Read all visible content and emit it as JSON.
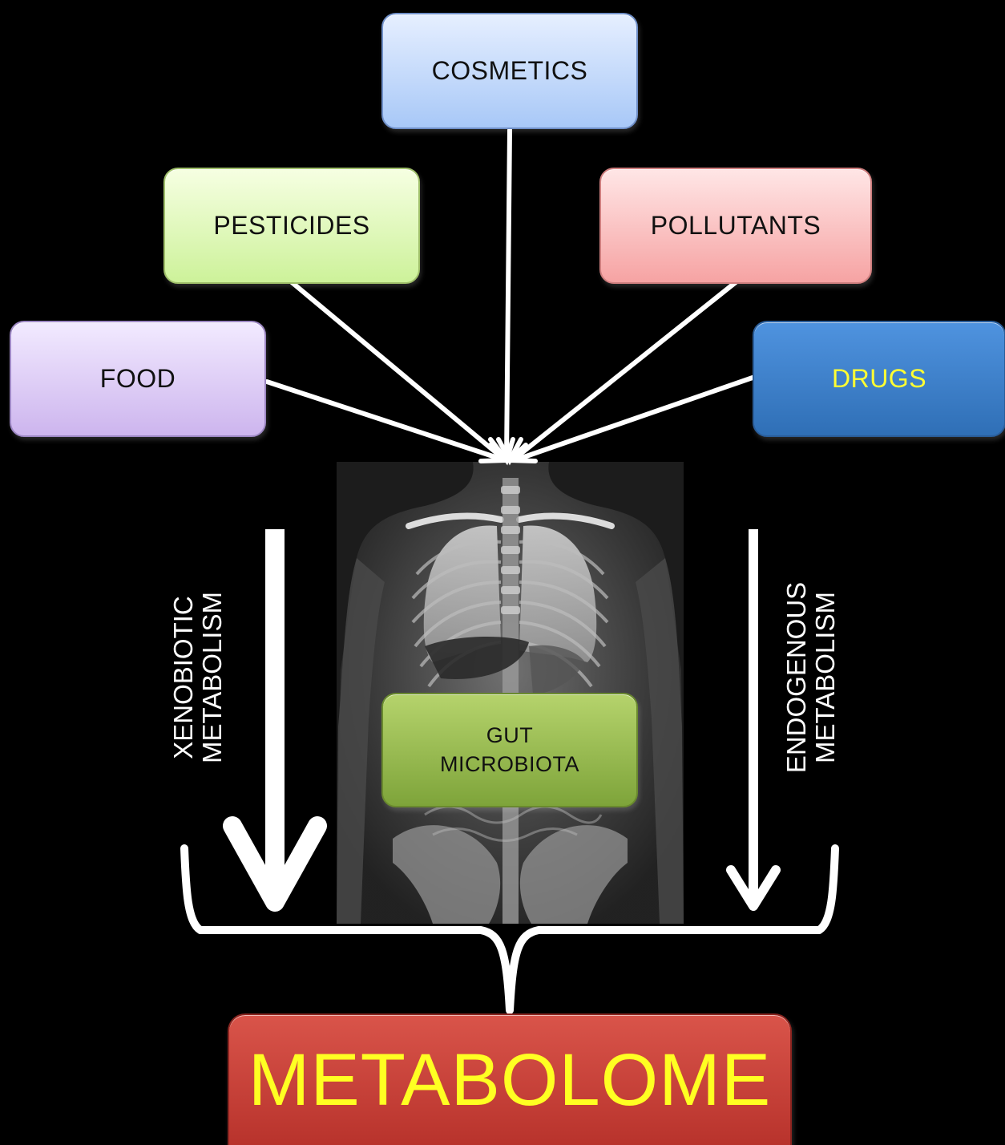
{
  "sources": {
    "cosmetics": "COSMETICS",
    "pesticides": "PESTICIDES",
    "pollutants": "POLLUTANTS",
    "food": "FOOD",
    "drugs": "DRUGS"
  },
  "gut": "GUT\nMICROBIOTA",
  "pathways": {
    "xenobiotic": "XENOBIOTIC\nMETABOLISM",
    "endogenous": "ENDOGENOUS\nMETABOLISM"
  },
  "result": "METABOLOME",
  "colors": {
    "background": "#000000",
    "arrow": "#ffffff",
    "highlight_text": "#ffff22"
  }
}
